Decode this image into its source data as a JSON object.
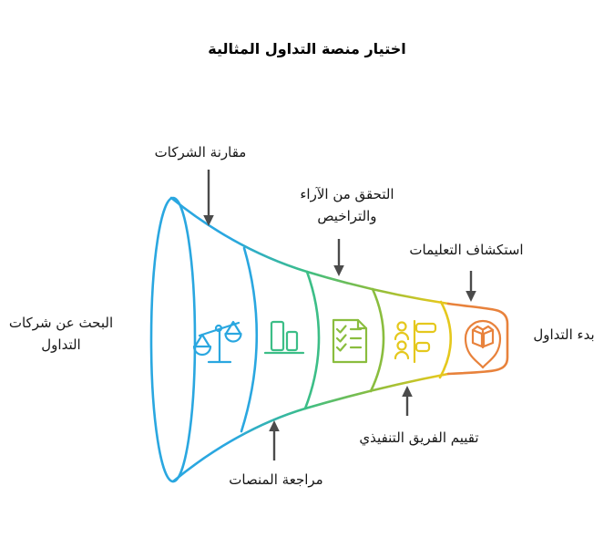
{
  "title": "اختيار منصة التداول المثالية",
  "funnel": {
    "entry_label": "البحث عن شركات التداول",
    "exit_label": "بدء التداول",
    "stages": [
      {
        "label": "مقارنة الشركات",
        "icon": "balance-scale-icon",
        "color": "#2aa7e0",
        "label_position": "top"
      },
      {
        "label": "مراجعة المنصات",
        "icon": "bar-chart-icon",
        "color": "#3cbe87",
        "label_position": "bottom"
      },
      {
        "label": "التحقق من الآراء والتراخيص",
        "icon": "checklist-document-icon",
        "color": "#8abd3e",
        "label_position": "top"
      },
      {
        "label": "تقييم الفريق التنفيذي",
        "icon": "team-evaluation-icon",
        "color": "#e5c81d",
        "label_position": "bottom"
      },
      {
        "label": "استكشاف التعليمات",
        "icon": "learning-pin-icon",
        "color": "#e8823c",
        "label_position": "top"
      }
    ],
    "arrow_color": "#4b4b4b",
    "text_color": "#161616"
  }
}
